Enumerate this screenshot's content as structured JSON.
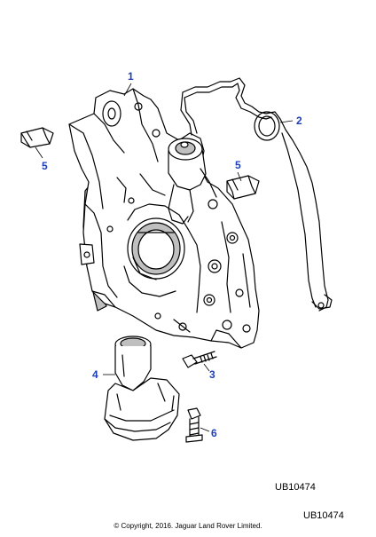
{
  "colors": {
    "callout": "#1f3fb8",
    "line": "#000000",
    "shading": "#bfbfbf",
    "background": "#ffffff"
  },
  "callouts": [
    {
      "label": "1",
      "part": "oil-pump"
    },
    {
      "label": "2",
      "part": "gasket"
    },
    {
      "label": "5",
      "part": "dowel-left"
    },
    {
      "label": "5",
      "part": "dowel-right"
    },
    {
      "label": "4",
      "part": "oil-pickup-tube"
    },
    {
      "label": "3",
      "part": "bolt-upper"
    },
    {
      "label": "6",
      "part": "bolt-lower"
    }
  ],
  "image_refs": [
    "UB10474",
    "UB10474"
  ],
  "copyright": "© Copyright, 2016. Jaguar Land Rover Limited."
}
